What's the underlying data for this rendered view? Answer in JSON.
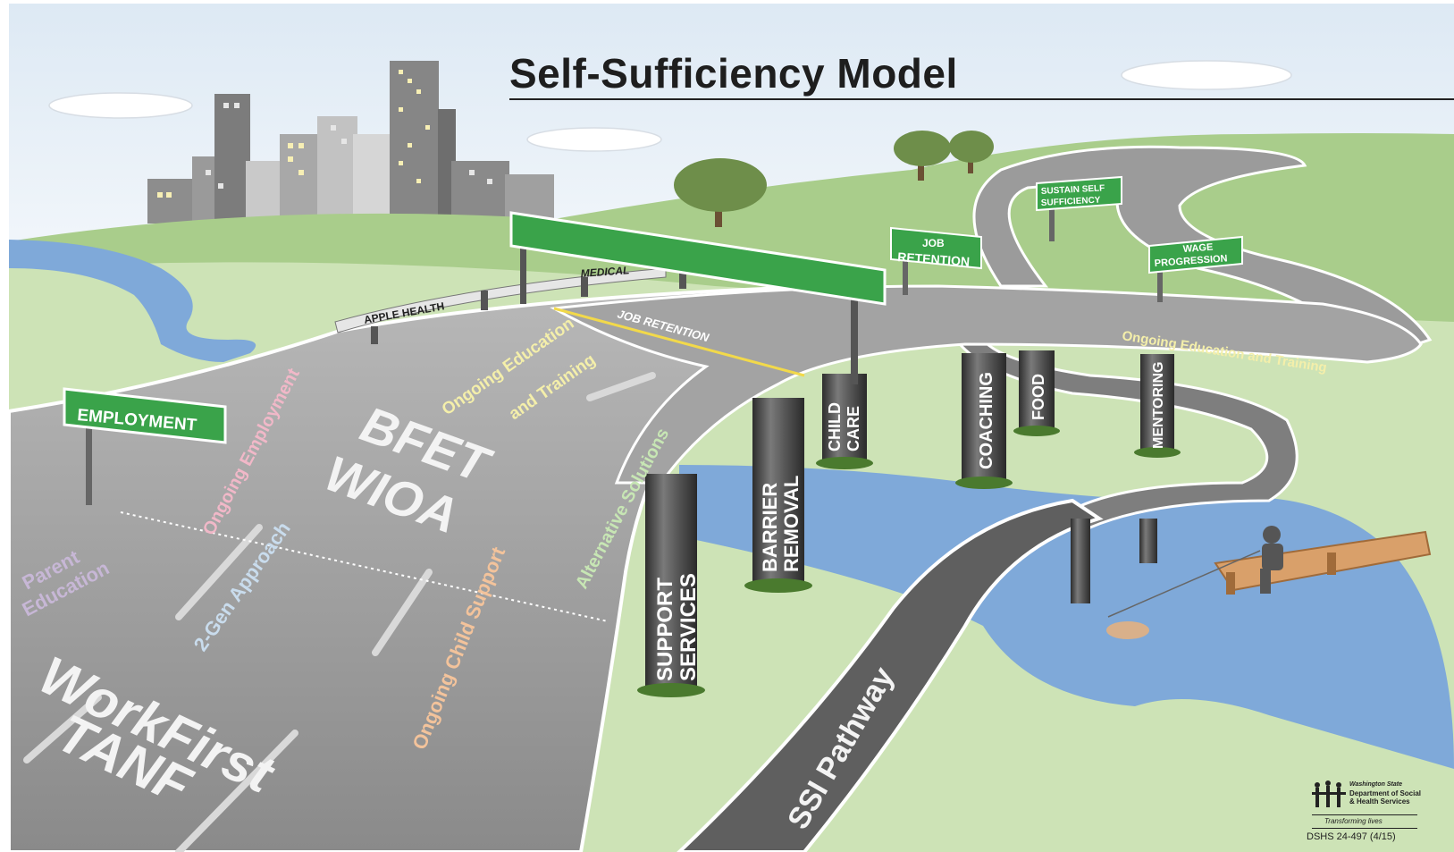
{
  "title": "Self-Sufficiency Model",
  "signs": {
    "employment": "EMPLOYMENT",
    "job_retention_1": "JOB",
    "job_retention_2": "RETENTION",
    "sustain_1": "SUSTAIN SELF",
    "sustain_2": "SUFFICIENCY",
    "wage_1": "WAGE",
    "wage_2": "PROGRESSION"
  },
  "guardrail": {
    "apple_health": "APPLE HEALTH",
    "medical": "MEDICAL"
  },
  "road_text": {
    "workfirst": "WorkFirst",
    "tanf": "TANF",
    "bfet": "BFET",
    "wioa": "WIOA",
    "parent_education_1": "Parent",
    "parent_education_2": "Education",
    "two_gen": "2-Gen Approach",
    "ongoing_employment": "Ongoing Employment",
    "ongoing_education_1": "Ongoing Education",
    "ongoing_education_2": "and Training",
    "job_retention": "JOB RETENTION",
    "ongoing_child_support": "Ongoing Child Support",
    "alternative_solutions": "Alternative Solutions",
    "ongoing_education_training": "Ongoing Education and Training",
    "ssi_pathway": "SSI Pathway"
  },
  "pillars": {
    "support_1": "SUPPORT",
    "support_2": "SERVICES",
    "barrier_1": "BARRIER",
    "barrier_2": "REMOVAL",
    "child_1": "CHILD",
    "child_2": "CARE",
    "coaching": "COACHING",
    "food": "FOOD",
    "mentoring": "MENTORING"
  },
  "logo": {
    "state": "Washington State",
    "dept_1": "Department of Social",
    "dept_2": "& Health Services",
    "tagline": "Transforming lives",
    "code": "DSHS 24-497 (4/15)"
  },
  "colors": {
    "sky": "#e8f1f8",
    "grass": "#bfd9a6",
    "road": "#8e8e8e",
    "water": "#7fa9d9",
    "sign_green": "#3aa34a"
  }
}
